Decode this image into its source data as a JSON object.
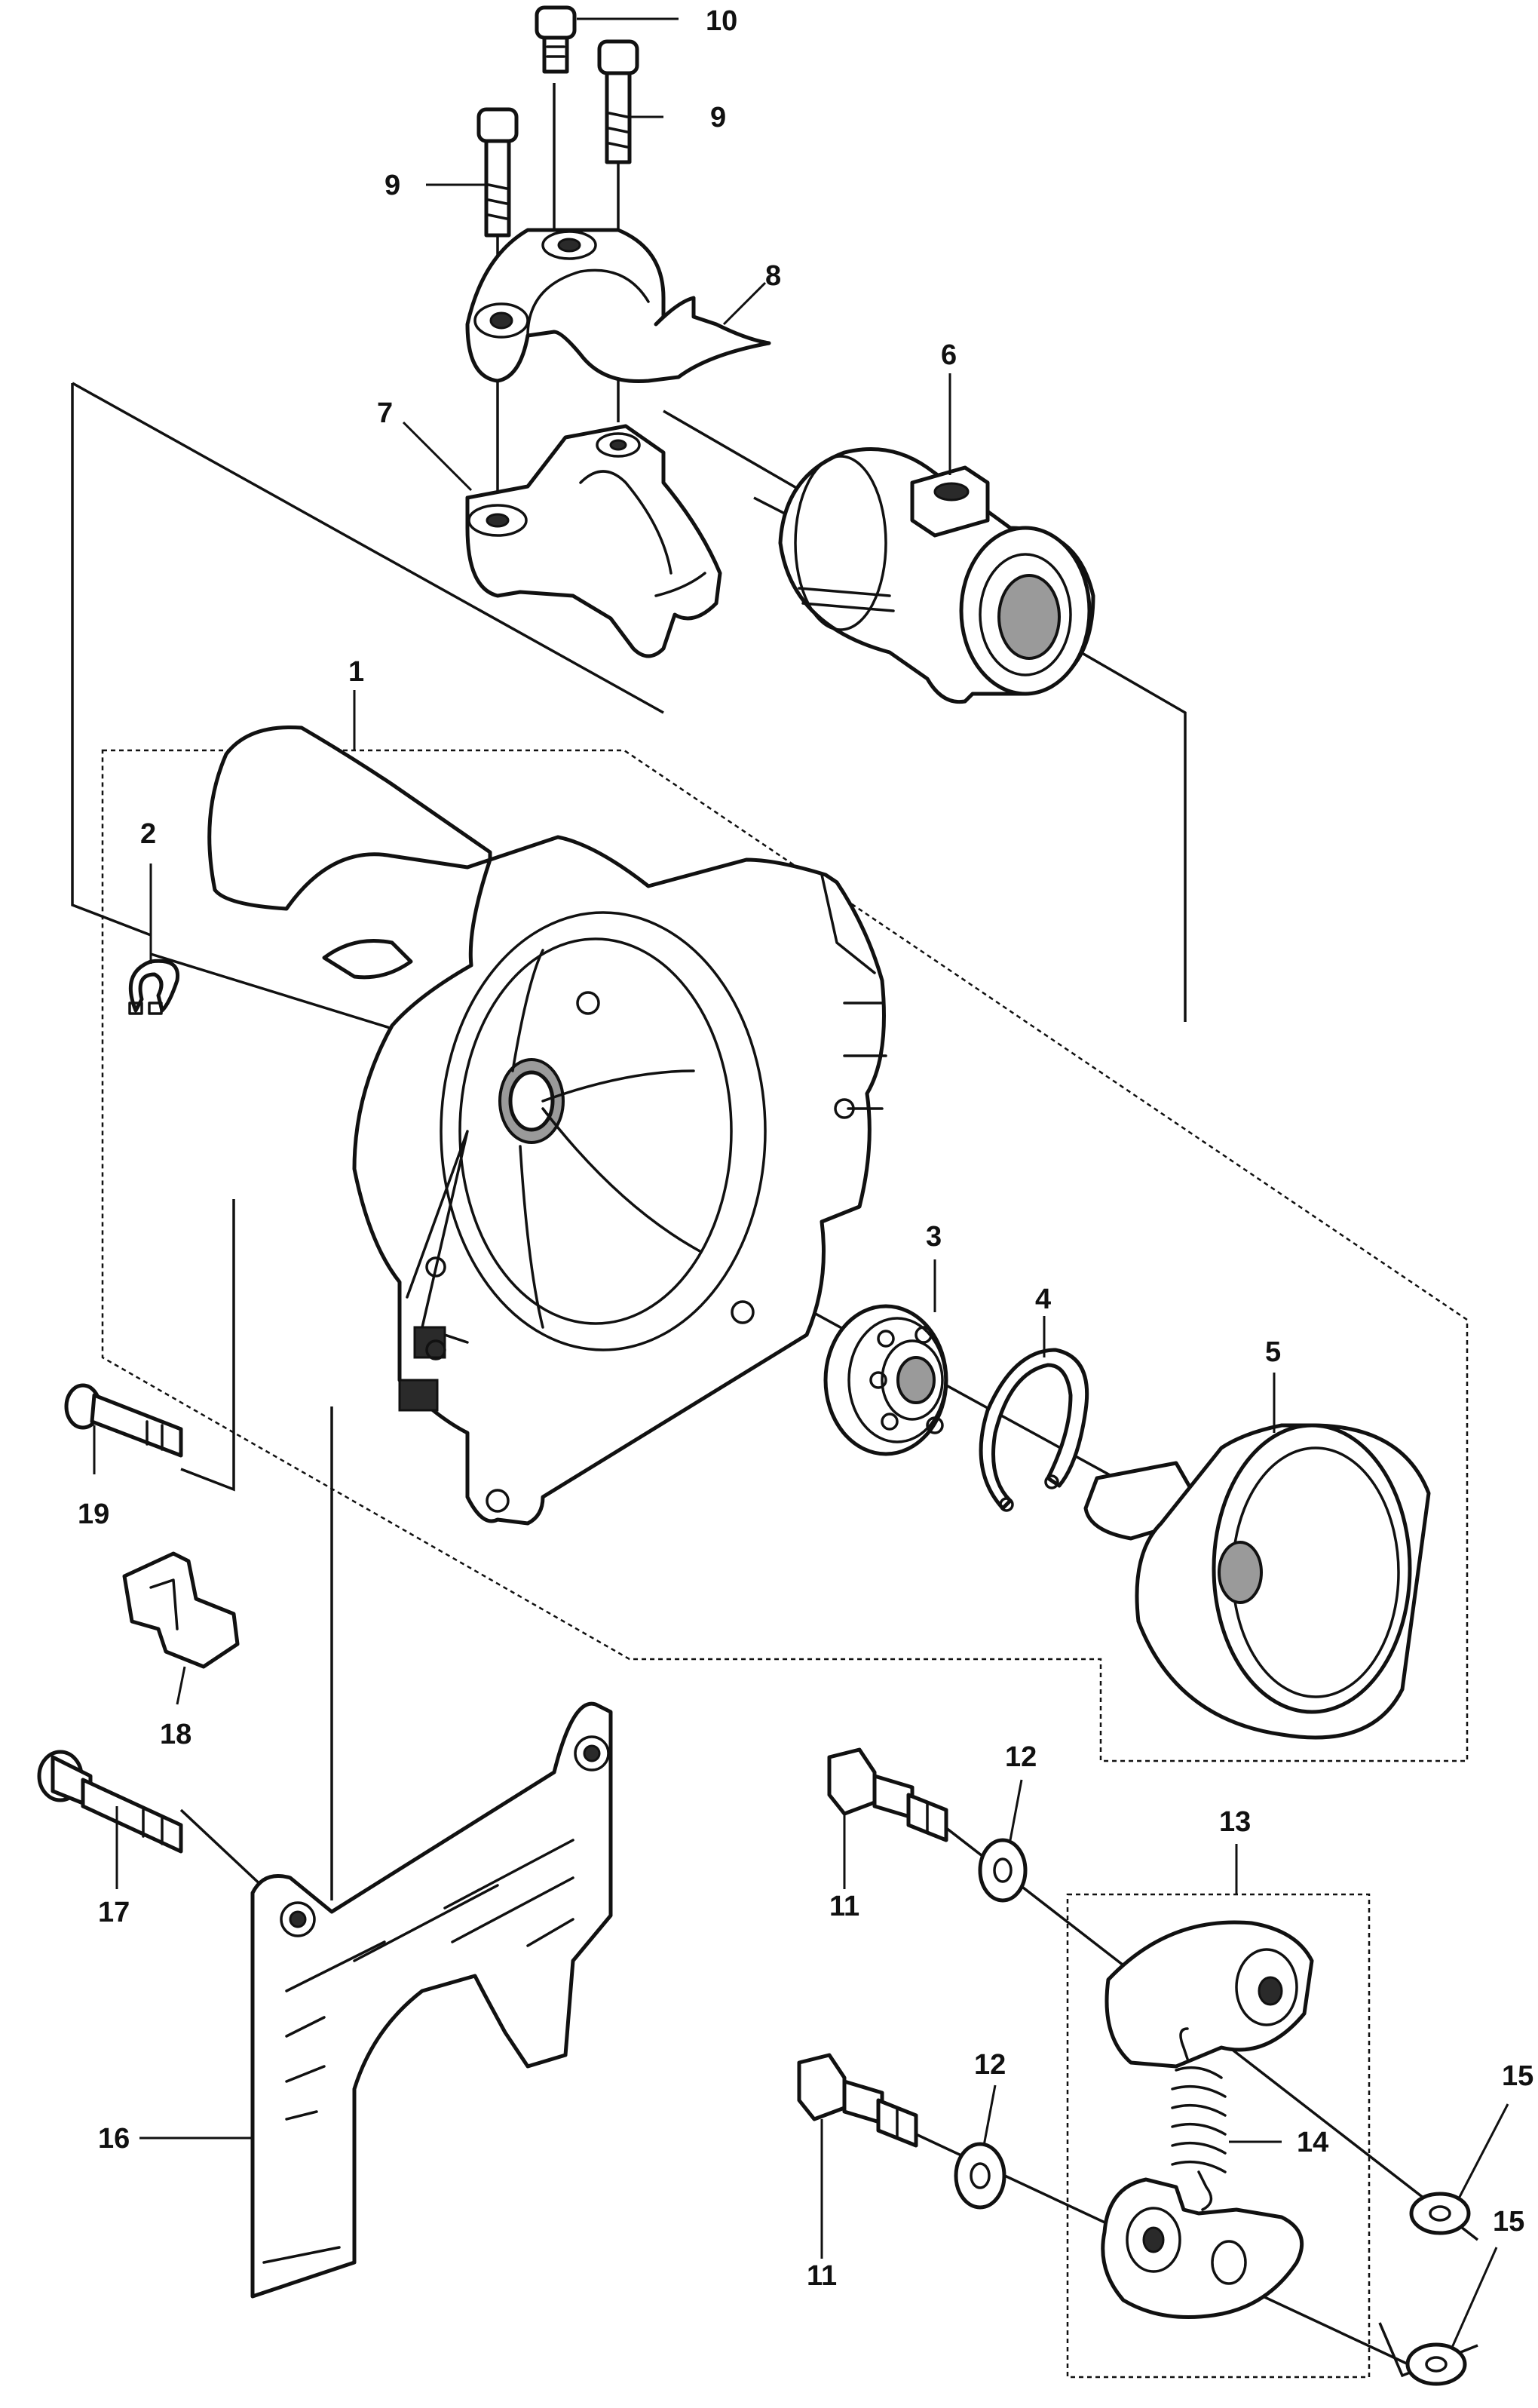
{
  "diagram": {
    "callouts": [
      "1",
      "2",
      "3",
      "4",
      "5",
      "6",
      "7",
      "8",
      "9",
      "9",
      "10",
      "11",
      "11",
      "12",
      "12",
      "13",
      "14",
      "15",
      "15",
      "16",
      "17",
      "18",
      "19"
    ]
  }
}
